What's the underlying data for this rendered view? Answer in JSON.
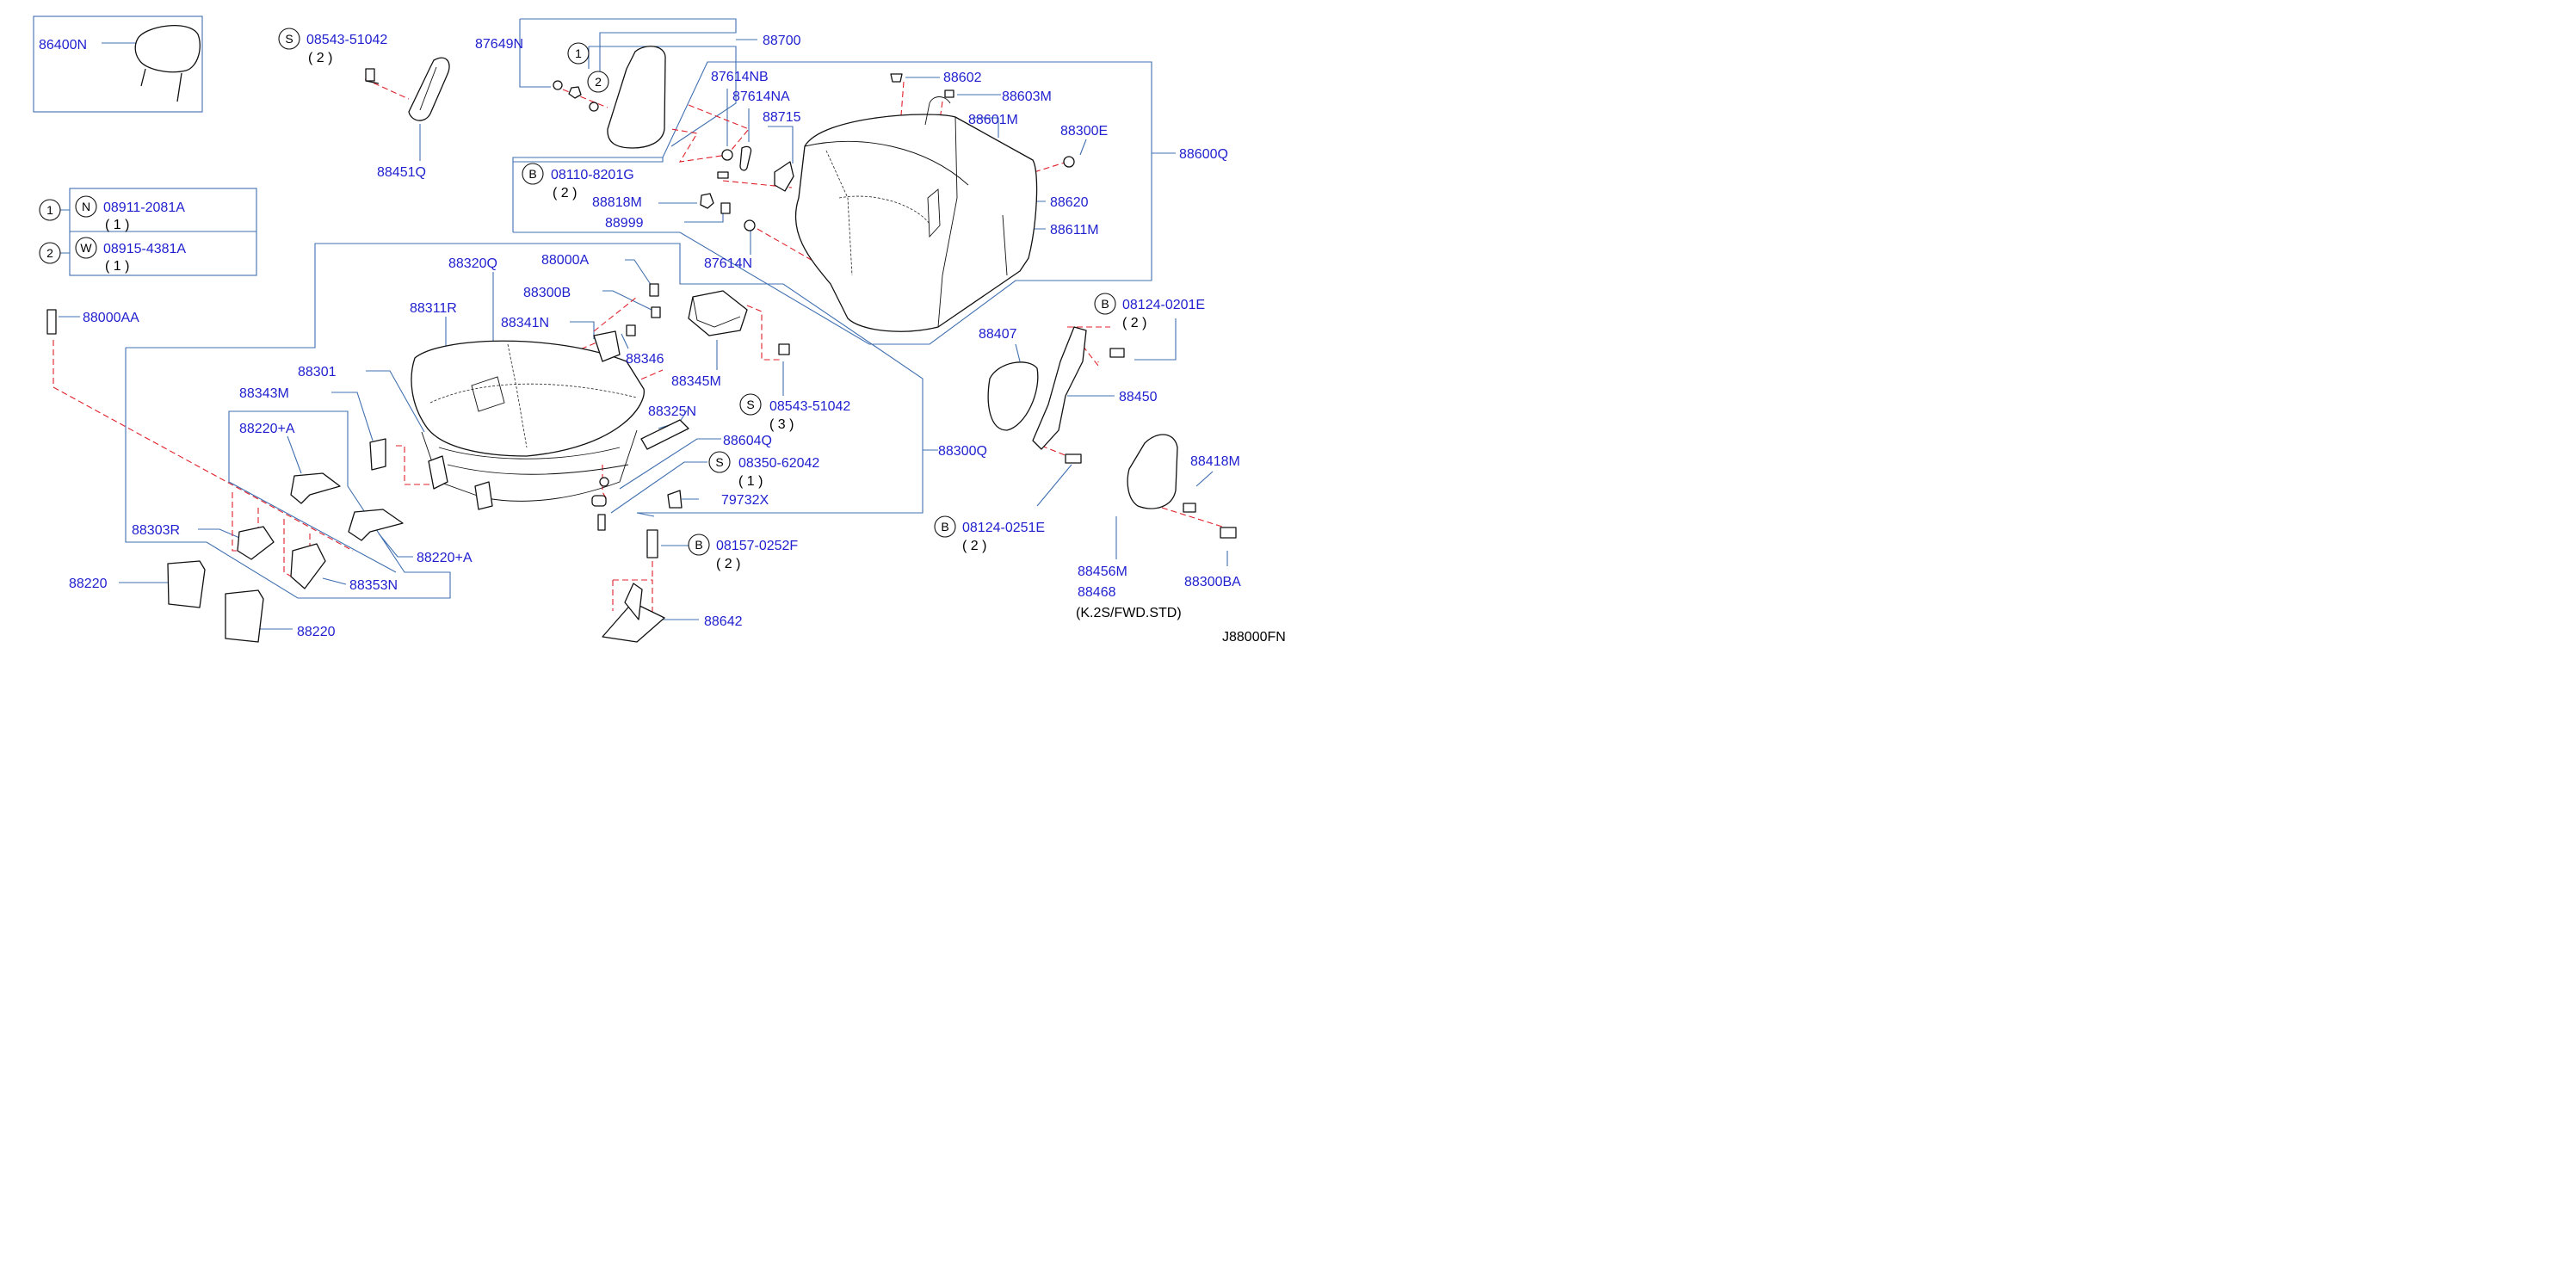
{
  "diagram_code": "J88000FN",
  "note": "(K.2S/FWD.STD)",
  "callouts": {
    "86400N": "86400N",
    "08543_51042_top": "08543-51042",
    "08543_51042_top_qty": "( 2 )",
    "88451Q": "88451Q",
    "87649N": "87649N",
    "88700": "88700",
    "87614NB": "87614NB",
    "87614NA": "87614NA",
    "88715": "88715",
    "88602": "88602",
    "88603M": "88603M",
    "88601M": "88601M",
    "88300E": "88300E",
    "88600Q": "88600Q",
    "08110_8201G": "08110-8201G",
    "08110_8201G_qty": "( 2 )",
    "88818M": "88818M",
    "88999": "88999",
    "88620": "88620",
    "88611M": "88611M",
    "87614N": "87614N",
    "08911_2081A": "08911-2081A",
    "08911_2081A_qty": "( 1 )",
    "08915_4381A": "08915-4381A",
    "08915_4381A_qty": "( 1 )",
    "88000AA": "88000AA",
    "88320Q": "88320Q",
    "88000A": "88000A",
    "88300B": "88300B",
    "88311R": "88311R",
    "88341N": "88341N",
    "88346": "88346",
    "88345M": "88345M",
    "08124_0201E": "08124-0201E",
    "08124_0201E_qty": "( 2 )",
    "88407": "88407",
    "88450": "88450",
    "88301": "88301",
    "88343M": "88343M",
    "88325N": "88325N",
    "08543_51042_mid": "08543-51042",
    "08543_51042_mid_qty": "( 3 )",
    "88220A_1": "88220+A",
    "88604Q": "88604Q",
    "08350_62042": "08350-62042",
    "08350_62042_qty": "( 1 )",
    "88300Q": "88300Q",
    "79732X": "79732X",
    "88418M": "88418M",
    "88303R": "88303R",
    "88220A_2": "88220+A",
    "08124_0251E": "08124-0251E",
    "08124_0251E_qty": "( 2 )",
    "88220_1": "88220",
    "88353N": "88353N",
    "08157_0252F": "08157-0252F",
    "08157_0252F_qty": "( 2 )",
    "88456M": "88456M",
    "88468": "88468",
    "88300BA": "88300BA",
    "88642": "88642",
    "88220_2": "88220"
  },
  "markers": {
    "ref1": "1",
    "ref2": "2",
    "ref1_key": "1",
    "ref2_key": "2",
    "N": "N",
    "W": "W",
    "S_top": "S",
    "S_mid": "S",
    "S_lower": "S",
    "B_left": "B",
    "B_right_top": "B",
    "B_right_low": "B",
    "B_bottom": "B"
  },
  "colors": {
    "part_number": "#1f1fcf",
    "leader_line": "#3f6fb0",
    "phantom_line": "#e0202a"
  }
}
